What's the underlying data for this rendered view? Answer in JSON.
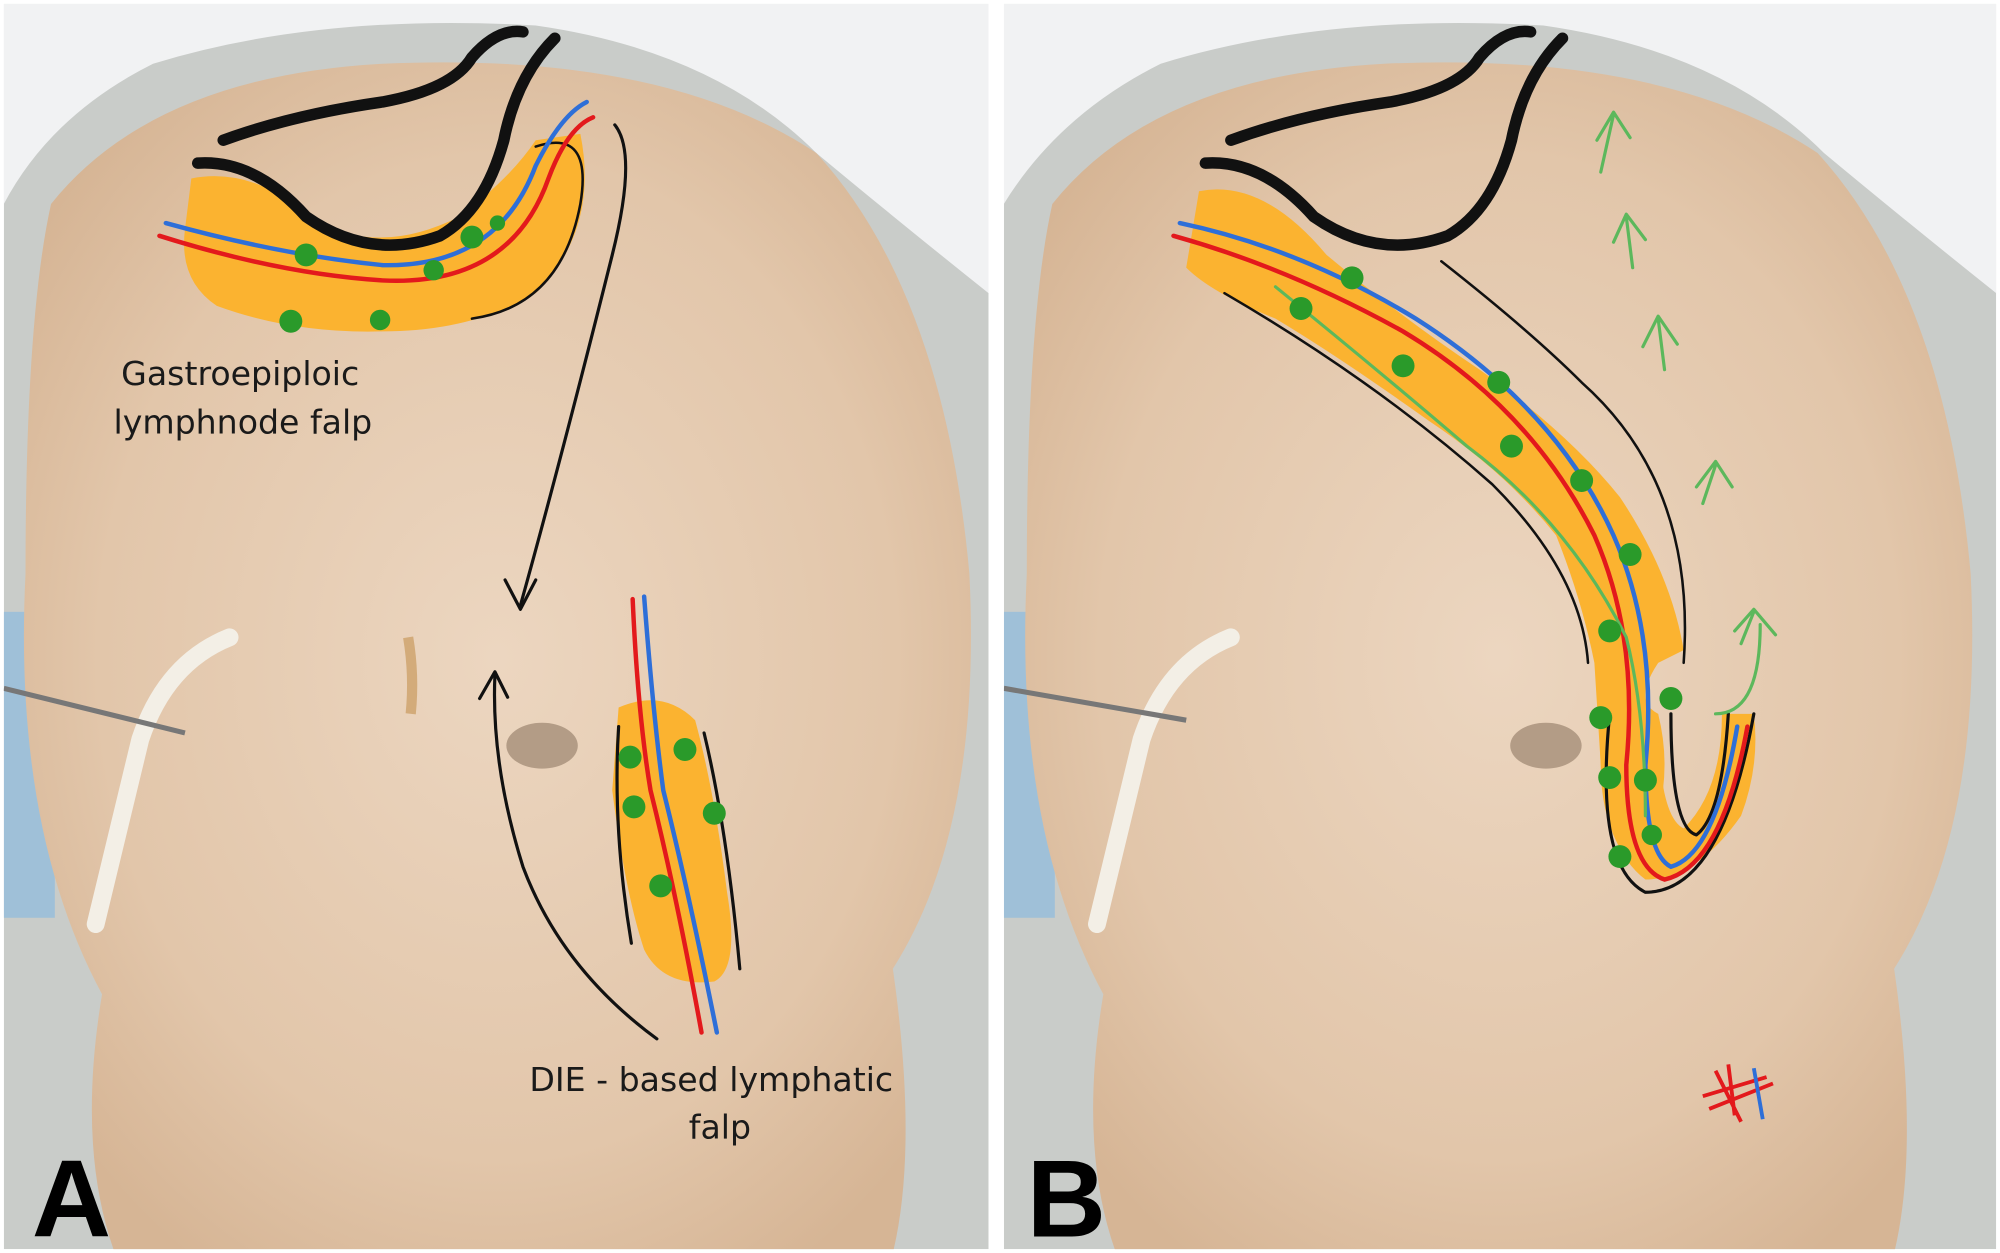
{
  "panels": [
    {
      "letter": "A",
      "labels": {
        "gastroepiploic_line1": "Gastroepiploic",
        "gastroepiploic_line2": "lymphnode falp",
        "die_line1": "DIE - based lymphatic",
        "die_line2": "falp"
      }
    },
    {
      "letter": "B"
    }
  ],
  "colors": {
    "fat": "#fbb330",
    "artery": "#e3191c",
    "vein": "#2e6fd8",
    "lymph_node": "#2a9a2a",
    "lymph_flow_arrow": "#5cb85c",
    "skin": "#e6cdb4"
  }
}
